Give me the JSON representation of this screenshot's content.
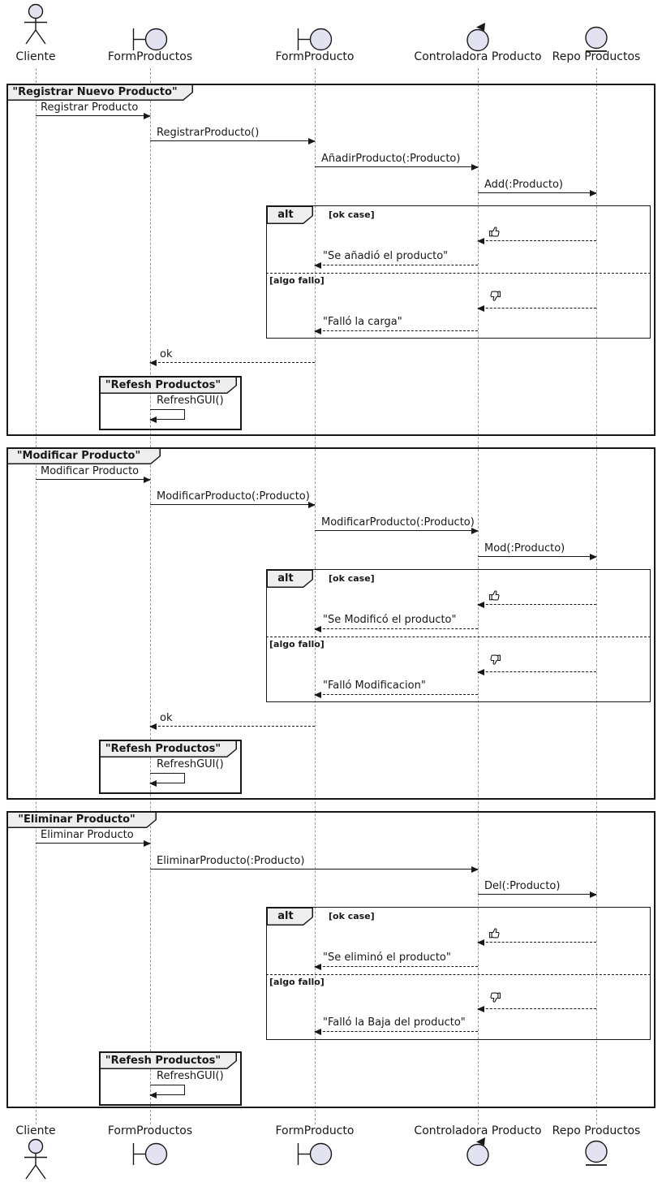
{
  "diagram_type": "uml-sequence",
  "colors": {
    "background": "#FFFFFF",
    "border": "#181818",
    "participant_fill": "#E2E2F0",
    "frame_tab_fill": "#EEEEEE",
    "lifeline": "#9A9A9A"
  },
  "participants": [
    {
      "name": "Cliente",
      "icon": "actor"
    },
    {
      "name": "FormProductos",
      "icon": "boundary"
    },
    {
      "name": "FormProducto",
      "icon": "boundary"
    },
    {
      "name": "Controladora Producto",
      "icon": "control"
    },
    {
      "name": "Repo Productos",
      "icon": "entity"
    }
  ],
  "frames": [
    {
      "title": "\"Registrar Nuevo Producto\"",
      "messages": [
        {
          "label": "Registrar Producto",
          "from": "Cliente",
          "to": "FormProductos",
          "style": "solid"
        },
        {
          "label": "RegistrarProducto()",
          "from": "FormProductos",
          "to": "FormProducto",
          "style": "solid"
        },
        {
          "label": "AñadirProducto(:Producto)",
          "from": "FormProducto",
          "to": "Controladora Producto",
          "style": "solid"
        },
        {
          "label": "Add(:Producto)",
          "from": "Controladora Producto",
          "to": "Repo Productos",
          "style": "solid"
        }
      ],
      "alt": {
        "operator": "alt",
        "sections": [
          {
            "guard": "[ok case]",
            "messages": [
              {
                "icon": "thumbs-up",
                "from": "Repo Productos",
                "to": "Controladora Producto",
                "style": "dashed"
              },
              {
                "label": "\"Se añadió el producto\"",
                "from": "Controladora Producto",
                "to": "FormProducto",
                "style": "dashed"
              }
            ]
          },
          {
            "guard": "[algo fallo]",
            "messages": [
              {
                "icon": "thumbs-down",
                "from": "Repo Productos",
                "to": "Controladora Producto",
                "style": "dashed"
              },
              {
                "label": "\"Falló la carga\"",
                "from": "Controladora Producto",
                "to": "FormProducto",
                "style": "dashed"
              }
            ]
          }
        ]
      },
      "return_message": {
        "label": "ok",
        "from": "FormProducto",
        "to": "FormProductos",
        "style": "dashed"
      },
      "sub_frame": {
        "title": "\"Refesh Productos\"",
        "self_message": {
          "label": "RefreshGUI()",
          "on": "FormProductos"
        }
      }
    },
    {
      "title": "\"Modificar Producto\"",
      "messages": [
        {
          "label": "Modificar Producto",
          "from": "Cliente",
          "to": "FormProductos",
          "style": "solid"
        },
        {
          "label": "ModificarProducto(:Producto)",
          "from": "FormProductos",
          "to": "FormProducto",
          "style": "solid"
        },
        {
          "label": "ModificarProducto(:Producto)",
          "from": "FormProducto",
          "to": "Controladora Producto",
          "style": "solid"
        },
        {
          "label": "Mod(:Producto)",
          "from": "Controladora Producto",
          "to": "Repo Productos",
          "style": "solid"
        }
      ],
      "alt": {
        "operator": "alt",
        "sections": [
          {
            "guard": "[ok case]",
            "messages": [
              {
                "icon": "thumbs-up",
                "from": "Repo Productos",
                "to": "Controladora Producto",
                "style": "dashed"
              },
              {
                "label": "\"Se Modificó el producto\"",
                "from": "Controladora Producto",
                "to": "FormProducto",
                "style": "dashed"
              }
            ]
          },
          {
            "guard": "[algo fallo]",
            "messages": [
              {
                "icon": "thumbs-down",
                "from": "Repo Productos",
                "to": "Controladora Producto",
                "style": "dashed"
              },
              {
                "label": "\"Falló Modificacion\"",
                "from": "Controladora Producto",
                "to": "FormProducto",
                "style": "dashed"
              }
            ]
          }
        ]
      },
      "return_message": {
        "label": "ok",
        "from": "FormProducto",
        "to": "FormProductos",
        "style": "dashed"
      },
      "sub_frame": {
        "title": "\"Refesh Productos\"",
        "self_message": {
          "label": "RefreshGUI()",
          "on": "FormProductos"
        }
      }
    },
    {
      "title": "\"Eliminar Producto\"",
      "messages": [
        {
          "label": "Eliminar Producto",
          "from": "Cliente",
          "to": "FormProductos",
          "style": "solid"
        },
        {
          "label": "EliminarProducto(:Producto)",
          "from": "FormProductos",
          "to": "Controladora Producto",
          "style": "solid"
        },
        {
          "label": "Del(:Producto)",
          "from": "Controladora Producto",
          "to": "Repo Productos",
          "style": "solid"
        }
      ],
      "alt": {
        "operator": "alt",
        "sections": [
          {
            "guard": "[ok case]",
            "messages": [
              {
                "icon": "thumbs-up",
                "from": "Repo Productos",
                "to": "Controladora Producto",
                "style": "dashed"
              },
              {
                "label": "\"Se eliminó el producto\"",
                "from": "Controladora Producto",
                "to": "FormProducto",
                "style": "dashed"
              }
            ]
          },
          {
            "guard": "[algo fallo]",
            "messages": [
              {
                "icon": "thumbs-down",
                "from": "Repo Productos",
                "to": "Controladora Producto",
                "style": "dashed"
              },
              {
                "label": "\"Falló la Baja del producto\"",
                "from": "Controladora Producto",
                "to": "FormProducto",
                "style": "dashed"
              }
            ]
          }
        ]
      },
      "sub_frame": {
        "title": "\"Refesh Productos\"",
        "self_message": {
          "label": "RefreshGUI()",
          "on": "FormProductos"
        }
      }
    }
  ]
}
